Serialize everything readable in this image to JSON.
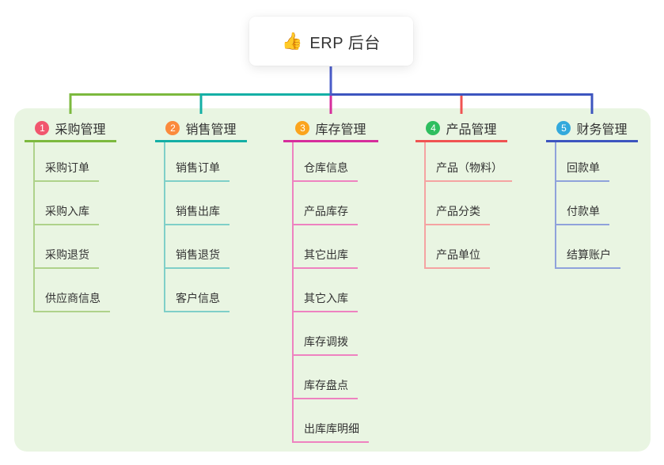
{
  "root": {
    "icon": "👍",
    "title": "ERP 后台"
  },
  "canvas": {
    "background": "#ffffff",
    "panel_background": "#e9f5e2",
    "root_line_color": "#4a5cc9"
  },
  "branches": [
    {
      "badge": "1",
      "badge_color": "#f1566e",
      "line_color": "#7cb93e",
      "light_line_color": "#aed28a",
      "label": "采购管理",
      "children": [
        "采购订单",
        "采购入库",
        "采购退货",
        "供应商信息"
      ]
    },
    {
      "badge": "2",
      "badge_color": "#fb8a3c",
      "line_color": "#14afa5",
      "light_line_color": "#7fcfc8",
      "label": "销售管理",
      "children": [
        "销售订单",
        "销售出库",
        "销售退货",
        "客户信息"
      ]
    },
    {
      "badge": "3",
      "badge_color": "#fba41d",
      "line_color": "#d62e9c",
      "light_line_color": "#ee82c0",
      "label": "库存管理",
      "children": [
        "仓库信息",
        "产品库存",
        "其它出库",
        "其它入库",
        "库存调拨",
        "库存盘点",
        "出库库明细"
      ]
    },
    {
      "badge": "4",
      "badge_color": "#2ebe5f",
      "line_color": "#f05352",
      "light_line_color": "#f5a3a2",
      "label": "产品管理",
      "children": [
        "产品（物料）",
        "产品分类",
        "产品单位"
      ]
    },
    {
      "badge": "5",
      "badge_color": "#33a9dc",
      "line_color": "#3d55bf",
      "light_line_color": "#8fa2db",
      "label": "财务管理",
      "children": [
        "回款单",
        "付款单",
        "结算账户"
      ]
    }
  ]
}
